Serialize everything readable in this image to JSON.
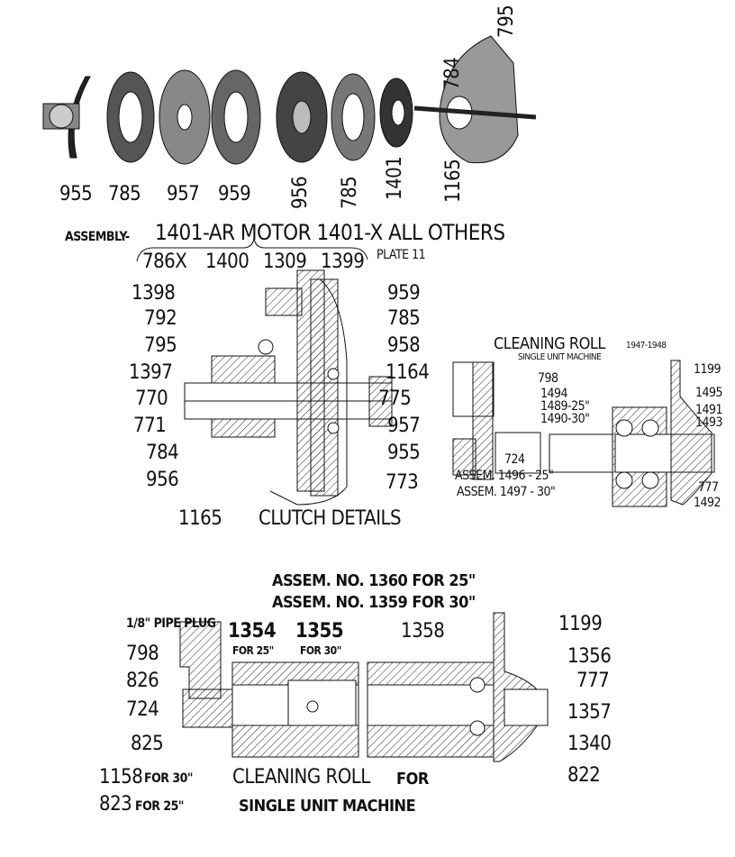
{
  "exploded_view": {
    "labels": [
      "955",
      "785",
      "957",
      "959",
      "956",
      "785",
      "1401",
      "1165",
      "784",
      "795"
    ]
  },
  "assembly_header": {
    "prefix": "ASSEMBLY-",
    "title": "1401-AR MOTOR 1401-X ALL OTHERS",
    "parts": [
      "786X",
      "1400",
      "1309",
      "1399"
    ],
    "plate": "PLATE 11"
  },
  "clutch": {
    "left_labels": [
      "1398",
      "792",
      "795",
      "1397",
      "770",
      "771",
      "784",
      "956",
      "1165"
    ],
    "right_labels": [
      "959",
      "785",
      "958",
      "1164",
      "775",
      "957",
      "955",
      "773"
    ],
    "caption": "CLUTCH DETAILS"
  },
  "cleaning_roll_1947": {
    "title": "CLEANING ROLL",
    "years": "1947-1948",
    "subtitle": "SINGLE UNIT MACHINE",
    "labels": [
      "798",
      "1494",
      "1489-25\"",
      "1490-30\"",
      "724",
      "1199",
      "1495",
      "1491",
      "1493",
      "777",
      "1492"
    ],
    "assemblies": [
      "ASSEM. 1496 - 25\"",
      "ASSEM. 1497 - 30\""
    ]
  },
  "cleaning_roll": {
    "assem_lines": [
      "ASSEM. NO. 1360 FOR 25\"",
      "ASSEM. NO. 1359 FOR 30\""
    ],
    "pipe_plug": "1/8\" PIPE PLUG",
    "part_1354": "1354",
    "for_25": "FOR 25\"",
    "part_1355": "1355",
    "for_30": "FOR 30\"",
    "part_1358": "1358",
    "left_labels": [
      "798",
      "826",
      "724",
      "825"
    ],
    "right_labels": [
      "1199",
      "1356",
      "777",
      "1357",
      "1340",
      "822"
    ],
    "bottom_left": [
      "1158",
      "FOR 30\"",
      "823",
      "FOR 25\""
    ],
    "caption_line1": "CLEANING ROLL",
    "caption_for": "FOR",
    "caption_line2": "SINGLE UNIT MACHINE"
  }
}
